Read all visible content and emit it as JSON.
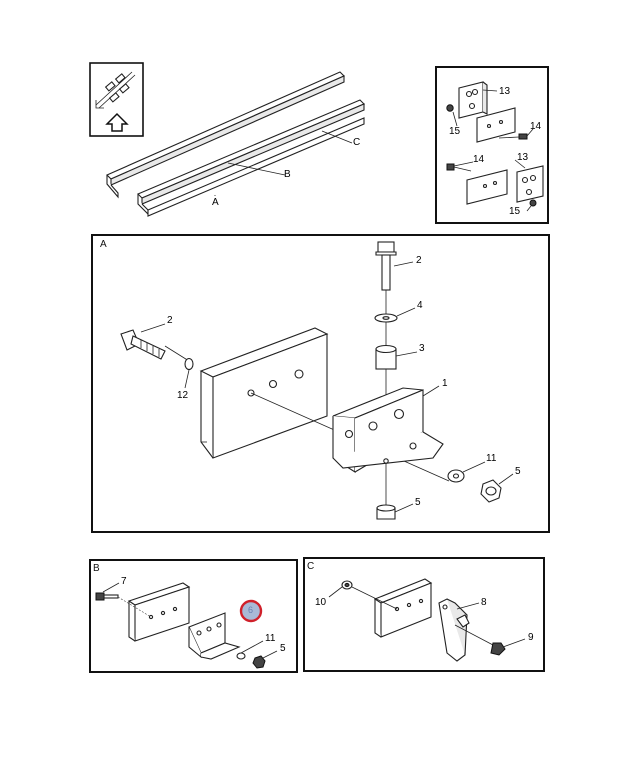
{
  "overview": {
    "rail_labels": {
      "a": "A",
      "b": "B",
      "c": "C"
    },
    "icon": "front-direction-arrow-icon"
  },
  "inset_top_right": {
    "callouts": {
      "p13a": "13",
      "p14a": "14",
      "p15a": "15",
      "p14b": "14",
      "p13b": "13",
      "p15b": "15"
    }
  },
  "panel_a": {
    "letter": "A",
    "callouts": {
      "bolt_vertical": "2",
      "washer_top": "4",
      "spacer": "3",
      "bracket": "1",
      "bolt_side": "2",
      "washer_side": "12",
      "washer_bottom": "11",
      "nut_right": "5",
      "nut_bottom": "5"
    }
  },
  "panel_b": {
    "letter": "B",
    "callouts": {
      "bolt": "7",
      "highlighted": "6",
      "washer": "11",
      "nut": "5"
    },
    "highlight_color": "#d0202a",
    "highlight_fill": "#a9b9d6"
  },
  "panel_c": {
    "letter": "C",
    "callouts": {
      "nut": "10",
      "bracket": "8",
      "bolt": "9"
    }
  }
}
